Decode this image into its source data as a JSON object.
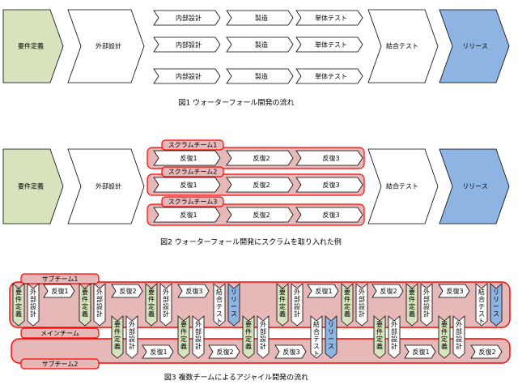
{
  "colors": {
    "requirements_fill": "#d6e3bc",
    "release_fill": "#8eb4e3",
    "team_fill": "#e6b9b8",
    "team_stroke": "#ff0000",
    "box_stroke": "#000000"
  },
  "fig1": {
    "requirements": "要件定義",
    "external_design": "外部設計",
    "rows": [
      [
        "内部設計",
        "製造",
        "単体テスト"
      ],
      [
        "内部設計",
        "製造",
        "単体テスト"
      ],
      [
        "内部設計",
        "製造",
        "単体テスト"
      ]
    ],
    "integration_test": "結合テスト",
    "release": "リリース",
    "caption": "図1 ウォーターフォール開発の流れ"
  },
  "fig2": {
    "requirements": "要件定義",
    "external_design": "外部設計",
    "teams": [
      {
        "name": "スクラムチーム1",
        "iterations": [
          "反復1",
          "反復2",
          "反復3"
        ]
      },
      {
        "name": "スクラムチーム2",
        "iterations": [
          "反復1",
          "反復2",
          "反復3"
        ]
      },
      {
        "name": "スクラムチーム3",
        "iterations": [
          "反復1",
          "反復2",
          "反復3"
        ]
      }
    ],
    "integration_test": "結合テスト",
    "release": "リリース",
    "caption": "図2 ウォーターフォール開発にスクラムを取り入れた例"
  },
  "fig3": {
    "sub_team_1": "サブチーム1",
    "main_team": "メインチーム",
    "sub_team_2": "サブチーム2",
    "requirements": "要件定義",
    "external_design": "外部設計",
    "integration_test": "結合テスト",
    "release": "リリース",
    "iter1": "反復1",
    "iter2": "反復2",
    "iter3": "反復3",
    "caption": "図3 複数チームによるアジャイル開発の流れ"
  }
}
